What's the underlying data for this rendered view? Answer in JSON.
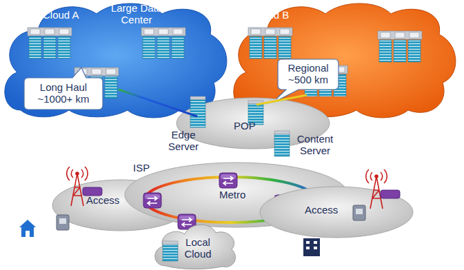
{
  "diagram": {
    "nodes": [
      {
        "text": [
          "Cloud A"
        ]
      },
      {
        "text": [
          "Long Haul ~1000+ km"
        ],
        "in": 0
      },
      {
        "text": [
          "Cloud B"
        ]
      },
      {
        "text": [
          "Regional ~500 km"
        ],
        "in": 2
      },
      {
        "text": [
          "POP"
        ]
      },
      {
        "text": [
          "Access"
        ]
      },
      {
        "text": [
          "Metro"
        ]
      },
      {
        "text": [
          "Access"
        ]
      },
      {
        "text": [
          "Local Cloud"
        ]
      }
    ],
    "edges": [
      {
        "from": 0,
        "to": 4,
        "arrow": "none"
      },
      {
        "from": 2,
        "to": 4,
        "arrow": "none"
      }
    ],
    "labels": [
      "Large Data Center",
      "Edge Server",
      "Content Server",
      "ISP"
    ]
  }
}
